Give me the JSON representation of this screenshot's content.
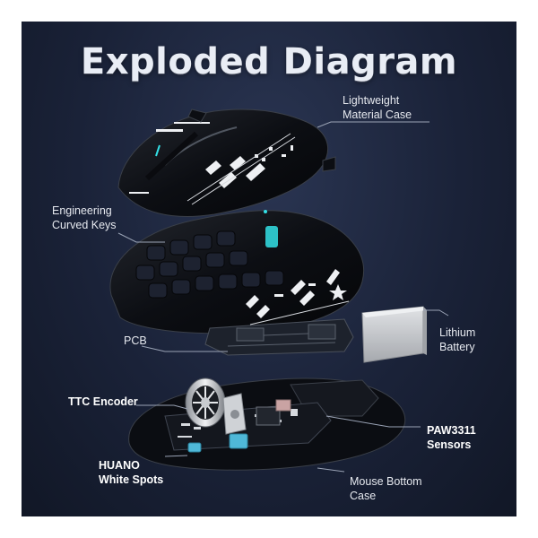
{
  "title": "Exploded Diagram",
  "labels": {
    "case": [
      "Lightweight",
      "Material Case"
    ],
    "keys": [
      "Engineering",
      "Curved Keys"
    ],
    "pcb": "PCB",
    "battery": [
      "Lithium",
      "Battery"
    ],
    "encoder": "TTC Encoder",
    "sensor": [
      "PAW3311",
      "Sensors"
    ],
    "switches": [
      "HUANO",
      "White Spots"
    ],
    "bottom": [
      "Mouse Bottom",
      "Case"
    ]
  },
  "colors": {
    "background": "#1a2238",
    "accent": "#33e0e6",
    "switch": "#4fb8d8",
    "shell": "#0b0d12",
    "battery": "#c9cbcf"
  }
}
